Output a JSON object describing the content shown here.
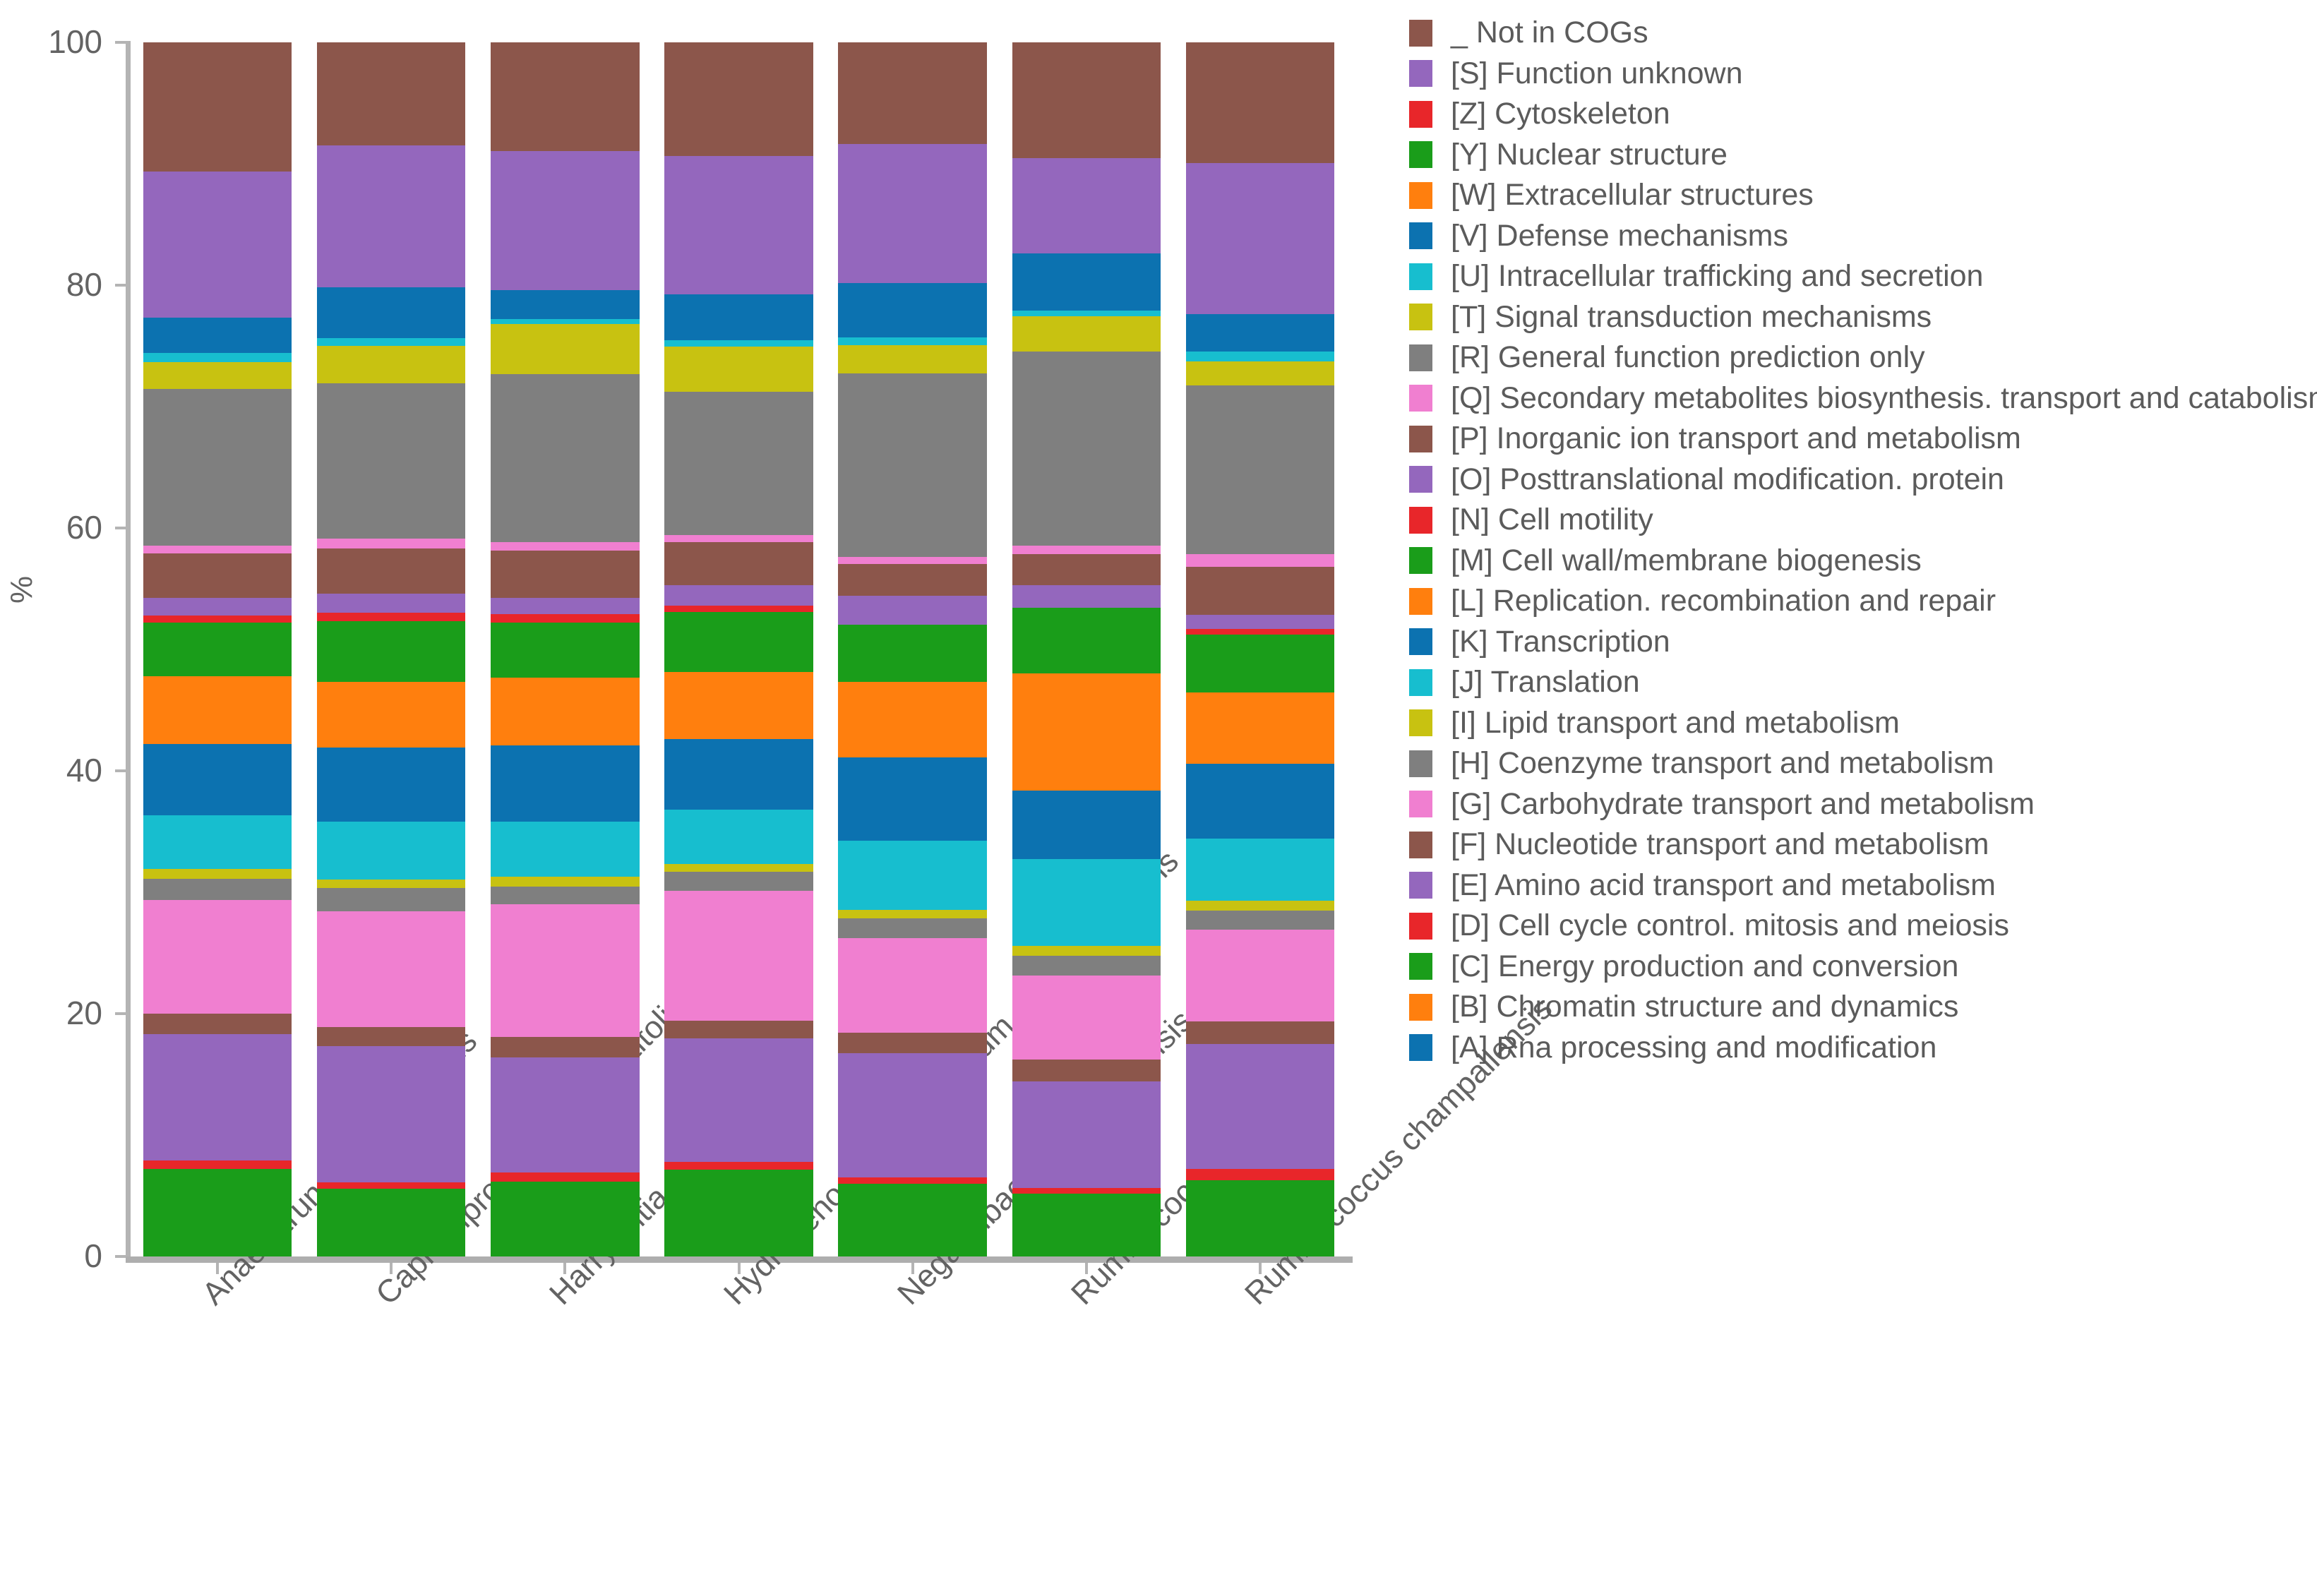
{
  "chart_data": {
    "type": "bar",
    "stacked": true,
    "normalized": true,
    "title": "",
    "xlabel": "",
    "ylabel": "%",
    "ylim": [
      0,
      100
    ],
    "ytick_labels": [
      "0",
      "20",
      "40",
      "60",
      "80",
      "100"
    ],
    "ytick_values": [
      0,
      20,
      40,
      60,
      80,
      100
    ],
    "grid": false,
    "legend_position": "right",
    "categories": [
      "Anaerotruncus colihominis",
      "Caproiciproducens galactitolivorans",
      "Harryflintia acetispora",
      "Hydrogenoanaerobacterium saccharovorans",
      "Negativibacillus massiliensis",
      "Ruminococcus albus",
      "Ruminococcus champallensis"
    ],
    "series": [
      {
        "name": "_ Not in COGs",
        "code": "_",
        "color": "#8c564b",
        "values": [
          9.6,
          7.5,
          8.0,
          8.4,
          7.3,
          8.1,
          8.6
        ]
      },
      {
        "name": "[S] Function unknown",
        "code": "S",
        "color": "#9467bd",
        "values": [
          10.8,
          10.3,
          10.3,
          10.2,
          10.0,
          6.7,
          10.7
        ]
      },
      {
        "name": "[Z] Cytoskeleton",
        "code": "Z",
        "color": "#e8262a",
        "values": [
          0.0,
          0.0,
          0.0,
          0.0,
          0.0,
          0.0,
          0.0
        ]
      },
      {
        "name": "[Y] Nuclear structure",
        "code": "Y",
        "color": "#1a9d1a",
        "values": [
          0.0,
          0.0,
          0.0,
          0.0,
          0.0,
          0.0,
          0.0
        ]
      },
      {
        "name": "[W] Extracellular structures",
        "code": "W",
        "color": "#ff7f0e",
        "values": [
          0.0,
          0.0,
          0.0,
          0.0,
          0.0,
          0.0,
          0.0
        ]
      },
      {
        "name": "[V] Defense mechanisms",
        "code": "V",
        "color": "#0c72b0",
        "values": [
          2.6,
          3.7,
          2.1,
          3.4,
          3.9,
          4.0,
          2.7
        ]
      },
      {
        "name": "[U] Intracellular trafficking and secretion",
        "code": "U",
        "color": "#17becf",
        "values": [
          0.7,
          0.6,
          0.4,
          0.5,
          0.6,
          0.4,
          0.7
        ]
      },
      {
        "name": "[T] Signal transduction mechanisms",
        "code": "T",
        "color": "#c8c211",
        "values": [
          2.0,
          2.7,
          3.7,
          3.3,
          2.0,
          2.5,
          1.7
        ]
      },
      {
        "name": "[R] General function prediction only",
        "code": "R",
        "color": "#7f7f7f",
        "values": [
          11.6,
          11.3,
          12.4,
          10.6,
          13.2,
          13.6,
          12.0
        ]
      },
      {
        "name": "[Q] Secondary metabolites biosynthesis. transport and catabolism",
        "code": "Q",
        "color": "#f07fd0",
        "values": [
          0.6,
          0.7,
          0.6,
          0.5,
          0.5,
          0.6,
          0.9
        ]
      },
      {
        "name": "[P] Inorganic ion transport and metabolism",
        "code": "P",
        "color": "#8c564b",
        "values": [
          3.3,
          3.3,
          3.5,
          3.2,
          2.3,
          2.2,
          3.4
        ]
      },
      {
        "name": "[O] Posttranslational modification. protein",
        "code": "O",
        "color": "#9467bd",
        "values": [
          1.3,
          1.4,
          1.2,
          1.5,
          2.1,
          1.6,
          1.0
        ]
      },
      {
        "name": "[N] Cell motility",
        "code": "N",
        "color": "#e8262a",
        "values": [
          0.5,
          0.6,
          0.6,
          0.5,
          0.0,
          0.0,
          0.4
        ]
      },
      {
        "name": "[M] Cell wall/membrane biogenesis",
        "code": "M",
        "color": "#1a9d1a",
        "values": [
          4.0,
          4.4,
          4.1,
          4.4,
          4.1,
          4.6,
          4.1
        ]
      },
      {
        "name": "[L] Replication. recombination and repair",
        "code": "L",
        "color": "#ff7f0e",
        "values": [
          5.0,
          4.8,
          5.0,
          5.0,
          5.4,
          8.2,
          5.1
        ]
      },
      {
        "name": "[K] Transcription",
        "code": "K",
        "color": "#0c72b0",
        "values": [
          5.3,
          5.4,
          5.6,
          5.2,
          6.0,
          4.8,
          5.3
        ]
      },
      {
        "name": "[J] Translation",
        "code": "J",
        "color": "#17becf",
        "values": [
          4.0,
          4.2,
          4.1,
          4.0,
          5.0,
          6.1,
          4.4
        ]
      },
      {
        "name": "[I] Lipid transport and metabolism",
        "code": "I",
        "color": "#c8c211",
        "values": [
          0.7,
          0.6,
          0.7,
          0.6,
          0.6,
          0.7,
          0.7
        ]
      },
      {
        "name": "[H] Coenzyme transport and metabolism",
        "code": "H",
        "color": "#7f7f7f",
        "values": [
          1.6,
          1.7,
          1.3,
          1.4,
          1.4,
          1.4,
          1.4
        ]
      },
      {
        "name": "[G] Carbohydrate transport and metabolism",
        "code": "G",
        "color": "#f07fd0",
        "values": [
          8.4,
          8.4,
          9.8,
          9.6,
          6.8,
          5.9,
          6.5
        ]
      },
      {
        "name": "[F] Nucleotide transport and metabolism",
        "code": "F",
        "color": "#8c564b",
        "values": [
          1.5,
          1.4,
          1.5,
          1.3,
          1.5,
          1.5,
          1.6
        ]
      },
      {
        "name": "[E] Amino acid transport and metabolism",
        "code": "E",
        "color": "#9467bd",
        "values": [
          9.4,
          9.9,
          8.5,
          9.1,
          8.9,
          7.5,
          8.9
        ]
      },
      {
        "name": "[D] Cell cycle control. mitosis and meiosis",
        "code": "D",
        "color": "#e8262a",
        "values": [
          0.6,
          0.5,
          0.7,
          0.6,
          0.5,
          0.4,
          0.8
        ]
      },
      {
        "name": "[C] Energy production and conversion",
        "code": "C",
        "color": "#1a9d1a",
        "values": [
          6.5,
          4.9,
          5.5,
          6.4,
          5.2,
          4.4,
          5.4
        ]
      },
      {
        "name": "[B] Chromatin structure and dynamics",
        "code": "B",
        "color": "#ff7f0e",
        "values": [
          0.0,
          0.0,
          0.0,
          0.0,
          0.0,
          0.0,
          0.0
        ]
      },
      {
        "name": "[A] Rna processing and modification",
        "code": "A",
        "color": "#0c72b0",
        "values": [
          0.0,
          0.0,
          0.0,
          0.0,
          0.0,
          0.0,
          0.0
        ]
      }
    ]
  },
  "legend": {
    "items": [
      {
        "label": "_ Not in COGs",
        "color": "#8c564b"
      },
      {
        "label": "[S] Function unknown",
        "color": "#9467bd"
      },
      {
        "label": "[Z] Cytoskeleton",
        "color": "#e8262a"
      },
      {
        "label": "[Y] Nuclear structure",
        "color": "#1a9d1a"
      },
      {
        "label": "[W] Extracellular structures",
        "color": "#ff7f0e"
      },
      {
        "label": "[V] Defense mechanisms",
        "color": "#0c72b0"
      },
      {
        "label": "[U] Intracellular trafficking and secretion",
        "color": "#17becf"
      },
      {
        "label": "[T] Signal transduction mechanisms",
        "color": "#c8c211"
      },
      {
        "label": "[R] General function prediction only",
        "color": "#7f7f7f"
      },
      {
        "label": "[Q] Secondary metabolites biosynthesis. transport and catabolism",
        "color": "#f07fd0"
      },
      {
        "label": "[P] Inorganic ion transport and metabolism",
        "color": "#8c564b"
      },
      {
        "label": "[O] Posttranslational modification. protein",
        "color": "#9467bd"
      },
      {
        "label": "[N] Cell motility",
        "color": "#e8262a"
      },
      {
        "label": "[M] Cell wall/membrane biogenesis",
        "color": "#1a9d1a"
      },
      {
        "label": "[L] Replication. recombination and repair",
        "color": "#ff7f0e"
      },
      {
        "label": "[K] Transcription",
        "color": "#0c72b0"
      },
      {
        "label": "[J] Translation",
        "color": "#17becf"
      },
      {
        "label": "[I] Lipid transport and metabolism",
        "color": "#c8c211"
      },
      {
        "label": "[H] Coenzyme transport and metabolism",
        "color": "#7f7f7f"
      },
      {
        "label": "[G] Carbohydrate transport and metabolism",
        "color": "#f07fd0"
      },
      {
        "label": "[F] Nucleotide transport and metabolism",
        "color": "#8c564b"
      },
      {
        "label": "[E] Amino acid transport and metabolism",
        "color": "#9467bd"
      },
      {
        "label": "[D] Cell cycle control. mitosis and meiosis",
        "color": "#e8262a"
      },
      {
        "label": "[C] Energy production and conversion",
        "color": "#1a9d1a"
      },
      {
        "label": "[B] Chromatin structure and dynamics",
        "color": "#ff7f0e"
      },
      {
        "label": "[A] Rna processing and modification",
        "color": "#0c72b0"
      }
    ]
  },
  "axis_colors": {
    "tick_label": "#636363",
    "axis_line": "#b4b4b4",
    "legend_text": "#5b5b5b"
  }
}
